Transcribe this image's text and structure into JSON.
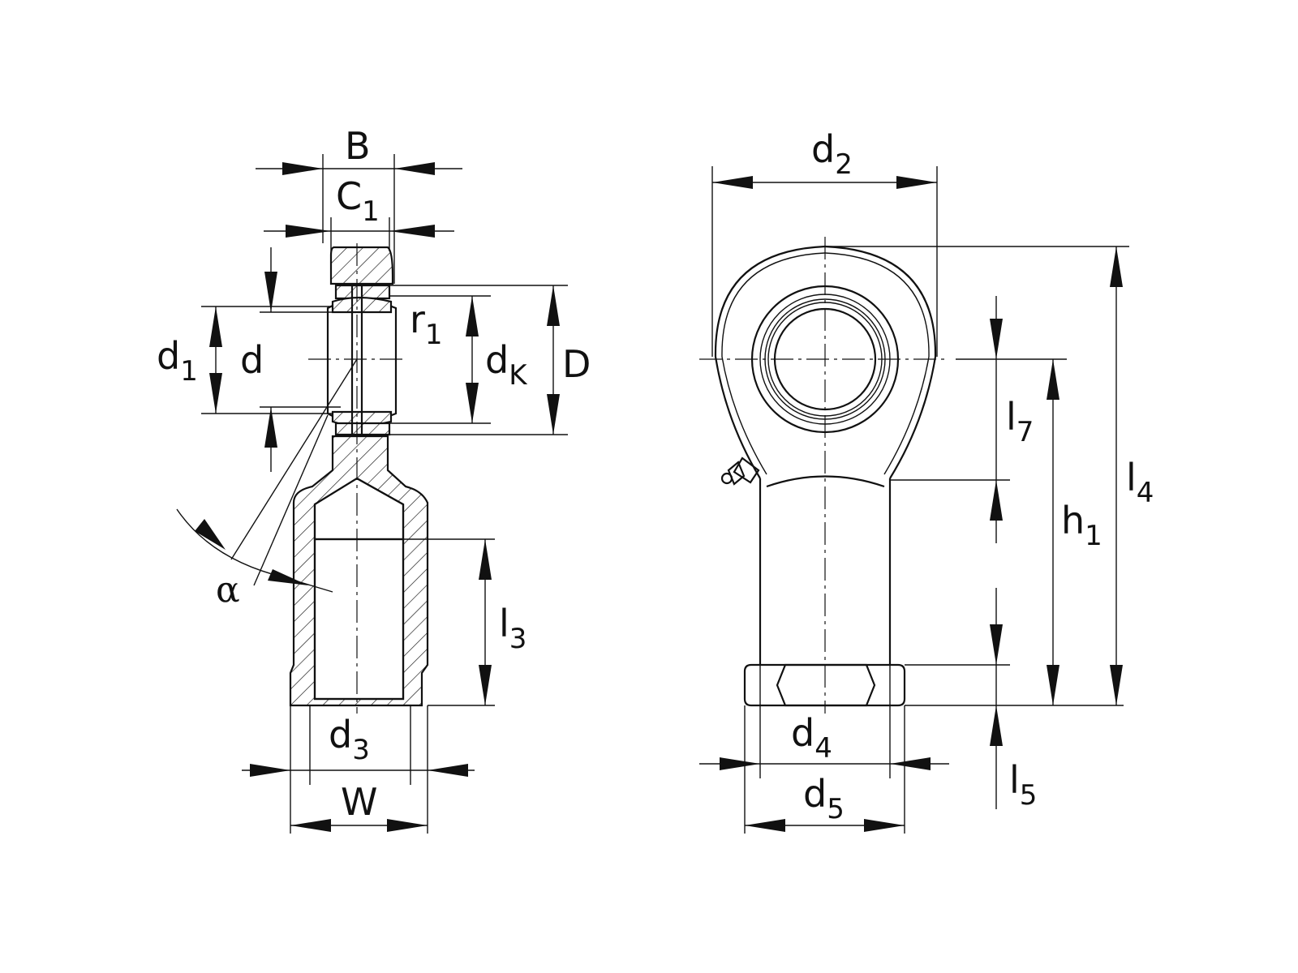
{
  "left_view": {
    "labels": {
      "B": {
        "base": "B",
        "sub": ""
      },
      "C1": {
        "base": "C",
        "sub": "1"
      },
      "r1": {
        "base": "r",
        "sub": "1"
      },
      "d1": {
        "base": "d",
        "sub": "1"
      },
      "d": {
        "base": "d",
        "sub": ""
      },
      "dK": {
        "base": "d",
        "sub": "K"
      },
      "D": {
        "base": "D",
        "sub": ""
      },
      "alpha": {
        "base": "α",
        "sub": ""
      },
      "l3": {
        "base": "l",
        "sub": "3"
      },
      "d3": {
        "base": "d",
        "sub": "3"
      },
      "W": {
        "base": "W",
        "sub": ""
      }
    }
  },
  "right_view": {
    "labels": {
      "d2": {
        "base": "d",
        "sub": "2"
      },
      "l7": {
        "base": "l",
        "sub": "7"
      },
      "h1": {
        "base": "h",
        "sub": "1"
      },
      "l4": {
        "base": "l",
        "sub": "4"
      },
      "d4": {
        "base": "d",
        "sub": "4"
      },
      "d5": {
        "base": "d",
        "sub": "5"
      },
      "l5": {
        "base": "l",
        "sub": "5"
      }
    }
  }
}
